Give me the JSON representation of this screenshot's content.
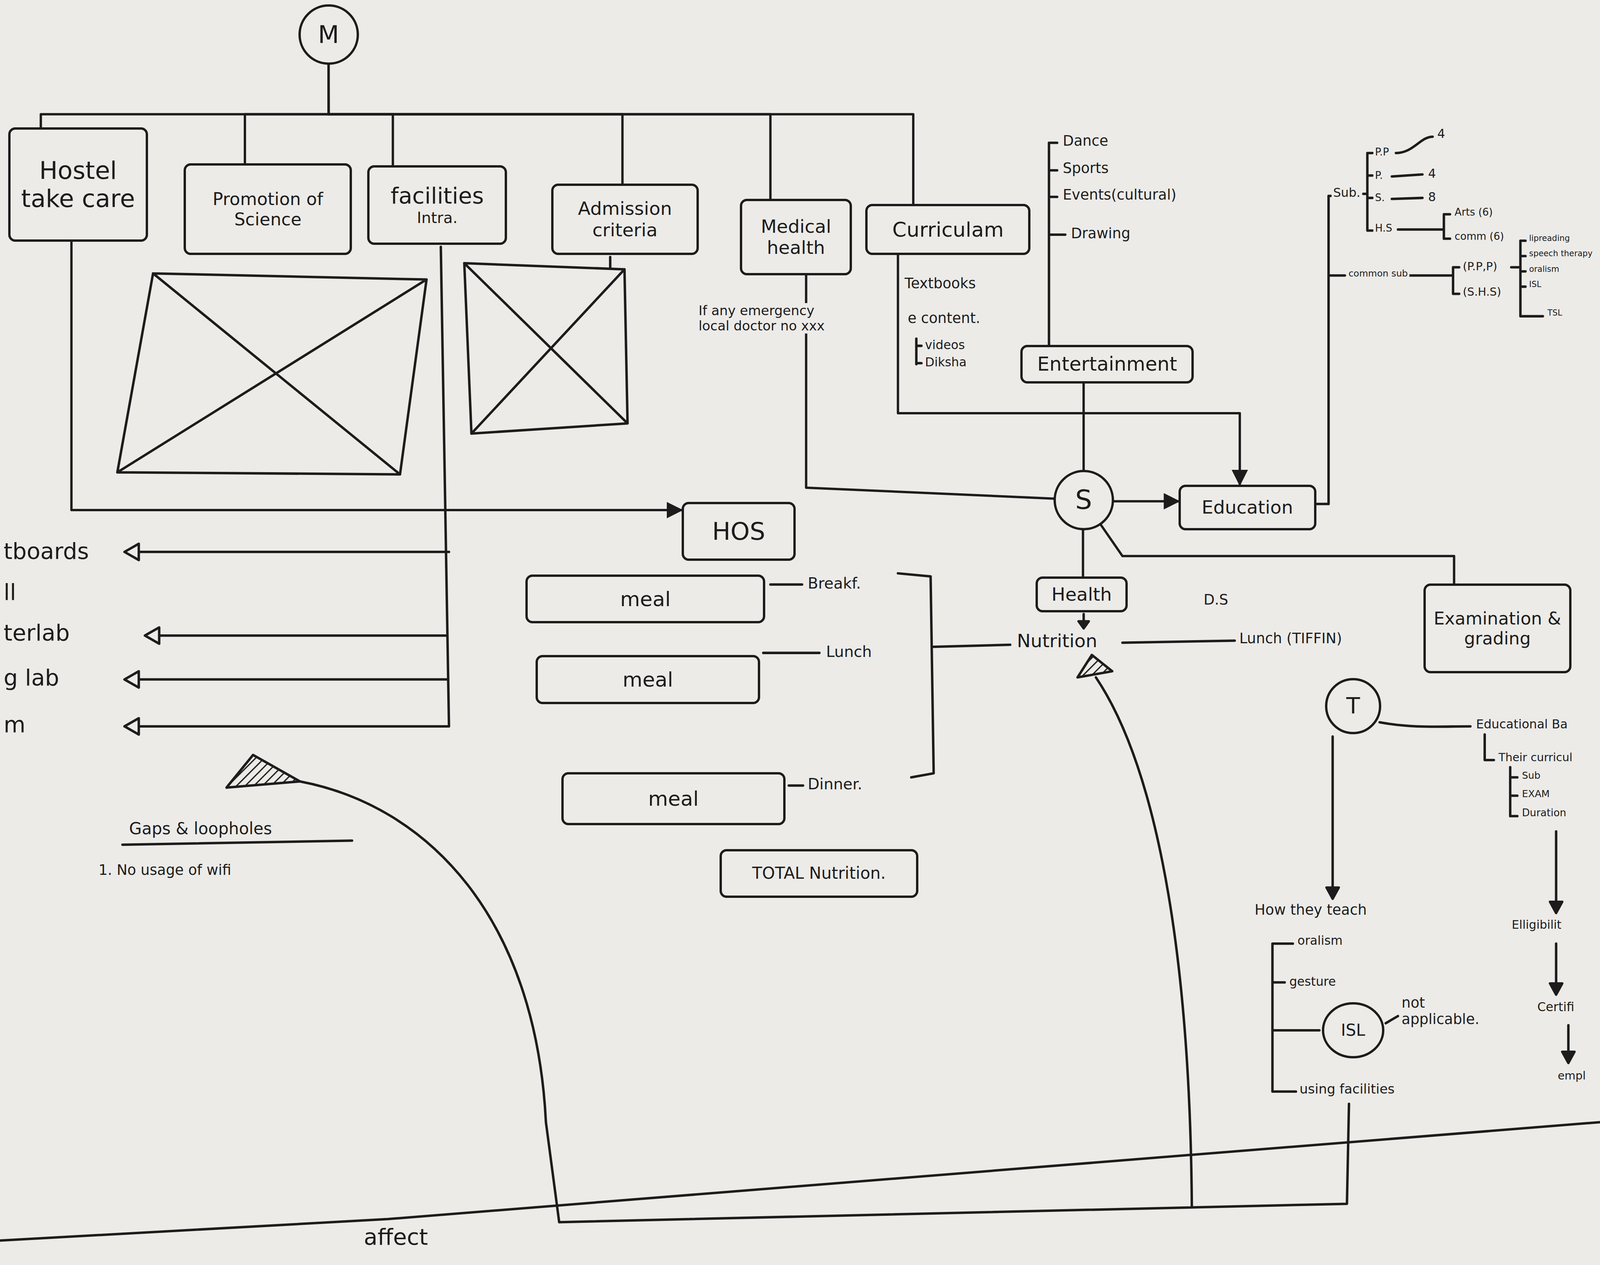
{
  "diagram": {
    "nodes": [
      {
        "text": [
          "M"
        ]
      },
      {
        "text": [
          "Hostel take care"
        ]
      },
      {
        "text": [
          "Promotion of Science"
        ]
      },
      {
        "text": [
          "facilities",
          "Intra."
        ]
      },
      {
        "text": [
          "Admission criteria"
        ]
      },
      {
        "text": [
          "Medical health"
        ]
      },
      {
        "text": [
          "Curriculam"
        ]
      },
      {
        "text": [
          "Entertainment"
        ]
      },
      {
        "text": [
          "HOS"
        ]
      },
      {
        "text": [
          "S"
        ]
      },
      {
        "text": [
          "Education"
        ]
      },
      {
        "text": [
          "Health"
        ]
      },
      {
        "text": [
          "Examination & grading"
        ]
      },
      {
        "text": [
          "T"
        ]
      },
      {
        "text": [
          "ISL"
        ]
      },
      {
        "text": [
          "meal"
        ]
      },
      {
        "text": [
          "meal"
        ]
      },
      {
        "text": [
          "meal"
        ]
      },
      {
        "text": [
          "TOTAL Nutrition."
        ]
      }
    ],
    "edges": [
      {
        "from": 0,
        "to": 1,
        "arrow": "none"
      },
      {
        "from": 0,
        "to": 2,
        "arrow": "none"
      },
      {
        "from": 0,
        "to": 3,
        "arrow": "none"
      },
      {
        "from": 0,
        "to": 4,
        "arrow": "none"
      },
      {
        "from": 0,
        "to": 5,
        "arrow": "none"
      },
      {
        "from": 0,
        "to": 6,
        "arrow": "none"
      },
      {
        "from": 1,
        "to": 8,
        "arrow": "to"
      },
      {
        "from": 5,
        "to": 9,
        "arrow": "none"
      },
      {
        "from": 6,
        "to": 10,
        "arrow": "to"
      },
      {
        "from": 7,
        "to": 9,
        "arrow": "none"
      },
      {
        "from": 9,
        "to": 10,
        "arrow": "to"
      },
      {
        "from": 9,
        "to": 11,
        "arrow": "none"
      },
      {
        "from": 12,
        "to": 9,
        "arrow": "none"
      }
    ],
    "labels": [
      "Dance",
      "Sports",
      "Events(cultural)",
      "Drawing",
      "Sub.",
      "P.P",
      "4",
      "P.",
      "4",
      "S.",
      "8",
      "H.S",
      "Arts (6)",
      "comm (6)",
      "common sub",
      "(P.P,P)",
      "(S.H.S)",
      "lipreading",
      "speech therapy",
      "oralism",
      "ISL",
      "TSL",
      "Textbooks",
      "e content.",
      "videos",
      "Diksha",
      "If any emergency local doctor no xxx",
      "Breakf.",
      "Lunch",
      "Dinner.",
      "Nutrition",
      "D.S",
      "Lunch (TIFFIN)",
      "Educational Ba",
      "Their curricul",
      "Sub",
      "EXAM",
      "Duration",
      "Elligibilit",
      "Certifi",
      "empl",
      "How they teach",
      "oralism",
      "gesture",
      "not applicable.",
      "using facilities",
      "Gaps & loopholes",
      "1. No usage of wifi",
      "affect",
      "tboards",
      "ll",
      "terlab",
      "g lab",
      "m"
    ]
  }
}
